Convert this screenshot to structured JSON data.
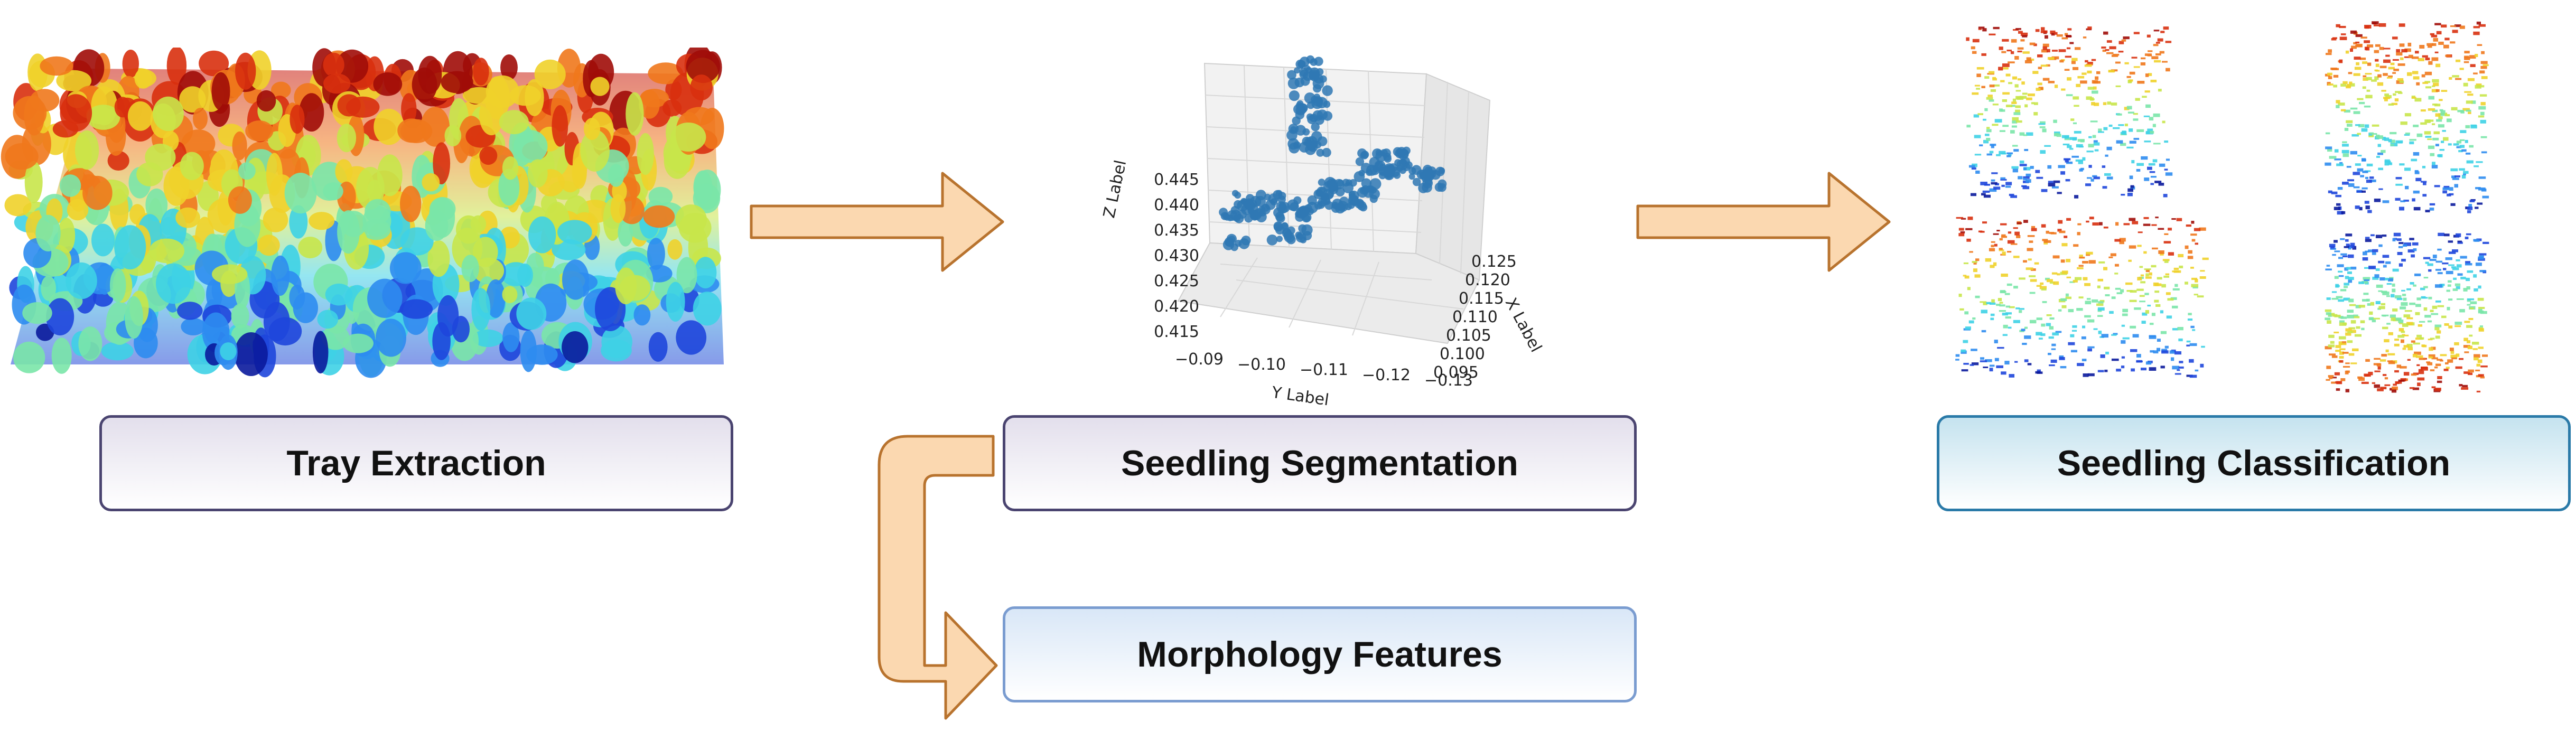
{
  "stages": {
    "tray_extraction": "Tray Extraction",
    "seedling_segmentation": "Seedling Segmentation",
    "morphology_features": "Morphology Features",
    "seedling_classification": "Seedling Classification"
  },
  "plot3d": {
    "z_label": "Z Label",
    "y_label": "Y Label",
    "x_label": "X Label",
    "z_ticks": [
      "0.445",
      "0.440",
      "0.435",
      "0.430",
      "0.425",
      "0.420",
      "0.415"
    ],
    "y_ticks": [
      "−0.09",
      "−0.10",
      "−0.11",
      "−0.12",
      "−0.13"
    ],
    "x_ticks": [
      "0.125",
      "0.120",
      "0.115",
      "0.110",
      "0.105",
      "0.100",
      "0.095"
    ],
    "point_color": "#2f78b4"
  },
  "colors": {
    "arrow_fill": "#fbd8b0",
    "arrow_stroke": "#b8732e"
  }
}
